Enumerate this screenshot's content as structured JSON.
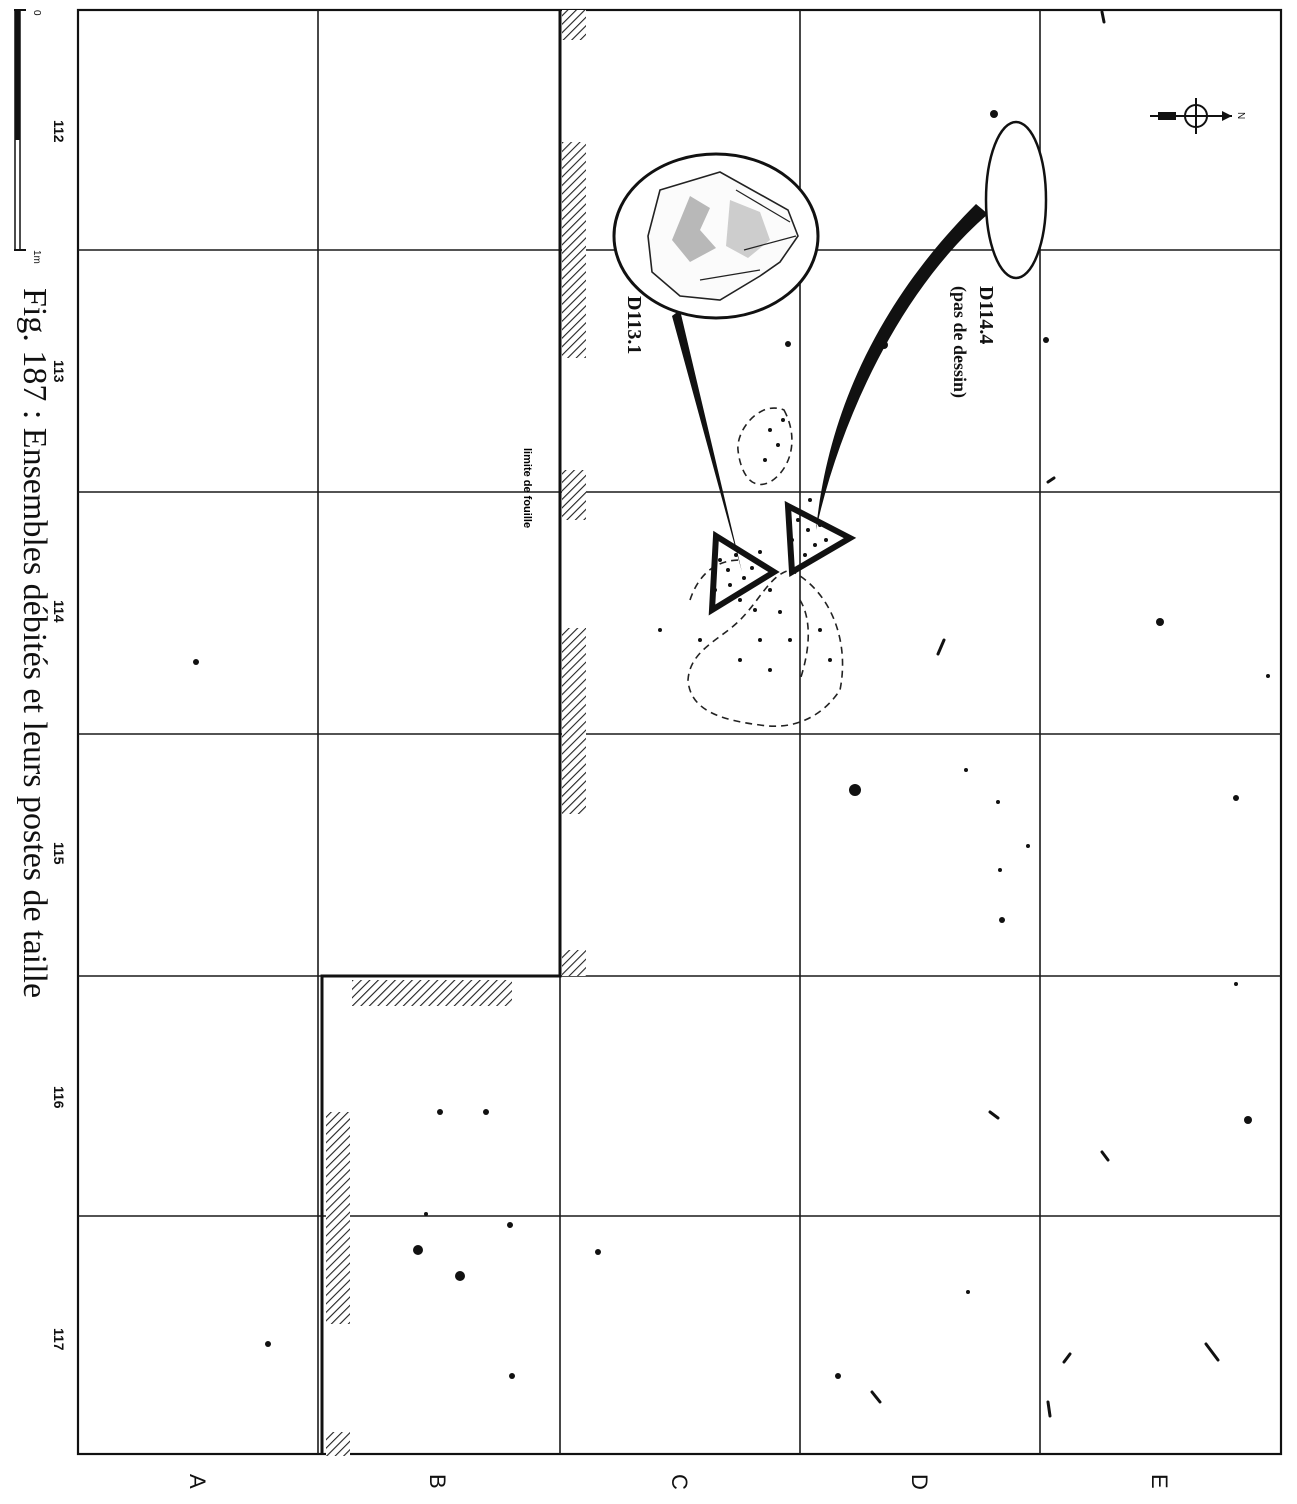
{
  "figure": {
    "caption": "Fig. 187 : Ensembles débités et leurs postes de taille",
    "scale": {
      "zero": "0",
      "one_metre": "1m"
    },
    "grid_numbers": [
      "112",
      "113",
      "114",
      "115",
      "116",
      "117"
    ],
    "row_letters": [
      "A",
      "B",
      "C",
      "D",
      "E"
    ],
    "excavation_limit_label": "limite de fouille",
    "labels": {
      "d113_1": "D113.1",
      "d114_4": "D114.4",
      "d114_4_note": "(pas de dessin)"
    },
    "north_arrow": "N",
    "colors": {
      "ink": "#111111",
      "paper": "#ffffff"
    }
  }
}
